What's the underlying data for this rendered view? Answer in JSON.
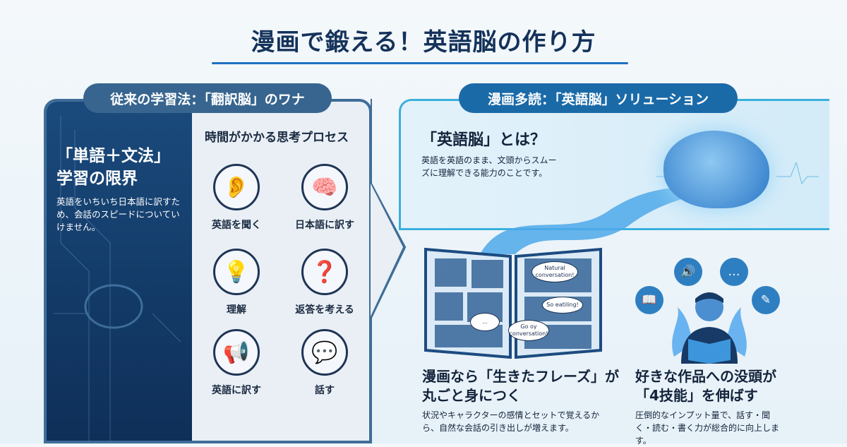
{
  "title": "漫画で鍛える！英語脳の作り方",
  "left": {
    "pill": "従来の学習法：「翻訳脳」のワナ",
    "limit_title_1": "「単語＋文法」",
    "limit_title_2": "学習の限界",
    "limit_body": "英語をいちいち日本語に訳すため、会話のスピードについていけません。",
    "process_title": "時間がかかる思考プロセス",
    "steps": [
      {
        "label": "英語を聞く",
        "icon": "ear-icon"
      },
      {
        "label": "日本語に訳す",
        "icon": "brain-icon"
      },
      {
        "label": "理解",
        "icon": "lightbulb-icon"
      },
      {
        "label": "返答を考える",
        "icon": "thinking-person-icon"
      },
      {
        "label": "英語に訳す",
        "icon": "megaphone-icon"
      },
      {
        "label": "話す",
        "icon": "speaking-mouth-icon"
      }
    ]
  },
  "right": {
    "pill": "漫画多読：「英語脳」ソリューション",
    "eb_title": "「英語脳」とは？",
    "eb_body": "英語を英語のまま、文頭からスムーズに理解できる能力のことです。",
    "bubbles": [
      "Natural conversation!",
      "So eatiling!",
      "...",
      "Go oy conversation!"
    ],
    "cap1_title_1": "漫画なら「生きたフレーズ」が",
    "cap1_title_2": "丸ごと身につく",
    "cap1_body": "状況やキャラクターの感情とセットで覚えるから、自然な会話の引き出しが増えます。",
    "cap2_title_1": "好きな作品への没頭が",
    "cap2_title_2": "「4技能」を伸ばす",
    "cap2_body": "圧倒的なインプット量で、話す・聞く・読む・書く力が総合的に向上します。"
  }
}
